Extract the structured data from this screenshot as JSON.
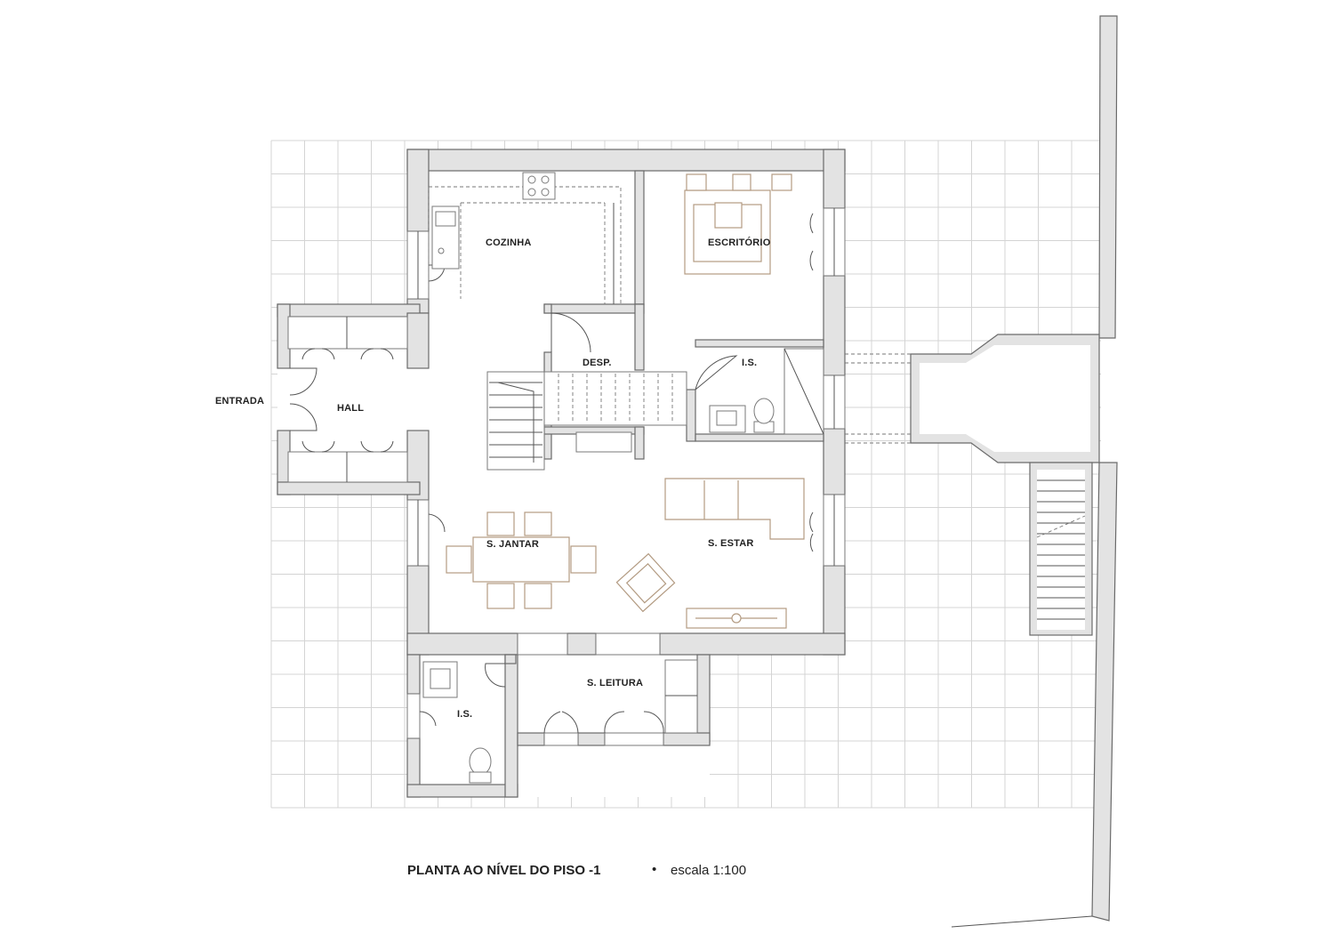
{
  "plan": {
    "rooms": {
      "cozinha": "COZINHA",
      "escritorio": "ESCRITÓRIO",
      "desp": "DESP.",
      "is_upper": "I.S.",
      "entrada": "ENTRADA",
      "hall": "HALL",
      "s_jantar": "S. JANTAR",
      "s_estar": "S. ESTAR",
      "s_leitura": "S. LEITURA",
      "is_lower": "I.S."
    },
    "title": "PLANTA AO NÍVEL DO PISO -1",
    "bullet": "•",
    "scale": "escala 1:100"
  },
  "colors": {
    "wall_fill": "#e3e3e3",
    "wall_stroke": "#6a6a6a",
    "grid": "#d4d4d4",
    "furniture_accent": "#b39b82"
  }
}
